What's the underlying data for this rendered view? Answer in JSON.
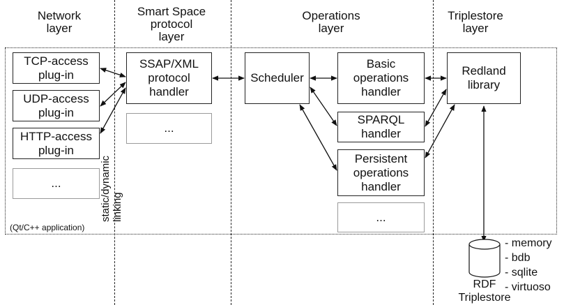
{
  "layers": {
    "network": "Network\nlayer",
    "smart_space": "Smart Space\nprotocol\nlayer",
    "operations": "Operations\nlayer",
    "triplestore": "Triplestore\nlayer"
  },
  "network_plugins": [
    "TCP-access\nplug-in",
    "UDP-access\nplug-in",
    "HTTP-access\nplug-in",
    "..."
  ],
  "protocol": {
    "handler": "SSAP/XML\nprotocol\nhandler",
    "more": "..."
  },
  "scheduler": "Scheduler",
  "operations": [
    "Basic\noperations\nhandler",
    "SPARQL\nhandler",
    "Persistent\noperations\nhandler",
    "..."
  ],
  "redland": "Redland\nlibrary",
  "linking": "static/dynamic\nlinking",
  "app_note": "(Qt/C++ application)",
  "rdf_store": "RDF\nTriplestore",
  "backends": "- memory\n- bdb\n- sqlite\n- virtuoso"
}
